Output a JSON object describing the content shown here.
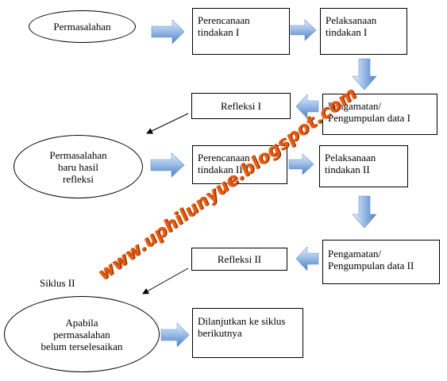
{
  "diagram": {
    "start": "Permasalahan",
    "cycle1": {
      "plan": [
        "Perencanaan",
        "tindakan I"
      ],
      "act": [
        "Pelaksanaan",
        "tindakan I"
      ],
      "observe": [
        "Pengamatan/",
        "Pengumpulan data I"
      ],
      "reflect": "Refleksi I"
    },
    "new_problem": [
      "Permasalahan",
      "baru hasil",
      "refleksi"
    ],
    "cycle2": {
      "plan": [
        "Perencanaan",
        "tindakan II"
      ],
      "act": [
        "Pelaksanaan",
        "tindakan II"
      ],
      "observe": [
        "Pengamatan/",
        "Pengumpulan data II"
      ],
      "reflect": "Refleksi II"
    },
    "cycle_label": "Siklus II",
    "unresolved": [
      "Apabila",
      "permasalahan",
      "belum terselesaikan"
    ],
    "continue": [
      "Dilanjutkan ke siklus",
      "berikutnya"
    ]
  },
  "watermark": "www.uphilunyue.blogspot.com",
  "colors": {
    "arrow_fill": "#8fb4e3",
    "arrow_shade": "#4f7fc4",
    "watermark": "#e85a10"
  }
}
